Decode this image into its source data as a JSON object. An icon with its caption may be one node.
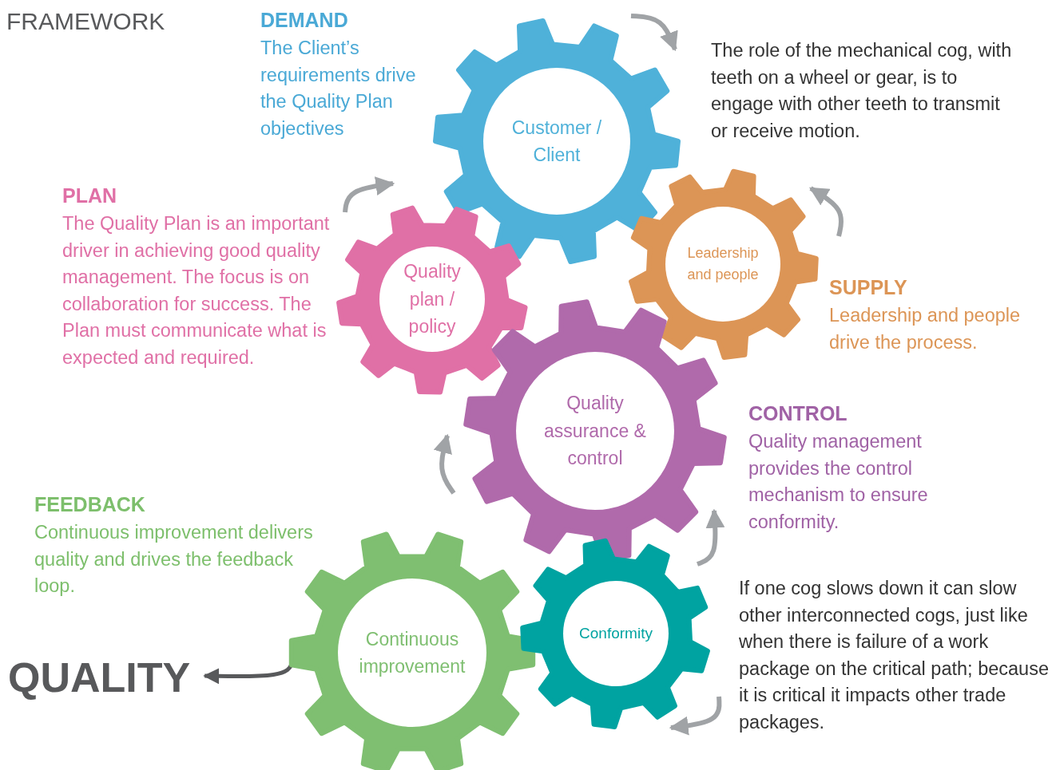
{
  "diagram": {
    "nodes": [
      {
        "text": [
          "Customer / Client"
        ]
      },
      {
        "text": [
          "Quality plan / policy"
        ]
      },
      {
        "text": [
          "Leadership and people"
        ]
      },
      {
        "text": [
          "Quality assurance & control"
        ]
      },
      {
        "text": [
          "Continuous improvement"
        ]
      },
      {
        "text": [
          "Conformity"
        ]
      },
      {
        "text": [
          "QUALITY"
        ]
      }
    ],
    "edges": [
      {
        "from": 4,
        "to": 6,
        "arrow": "to"
      }
    ],
    "labels": [
      "FRAMEWORK",
      "DEMAND",
      "The Client’s requirements drive the Quality Plan objectives",
      "The role of the mechanical cog, with teeth on a wheel or gear, is to engage with other teeth to transmit or receive motion.",
      "PLAN",
      "The Quality Plan is an important driver in achieving good quality management. The focus is on collaboration for success. The Plan must communicate what is expected and required.",
      "SUPPLY",
      "Leadership and people drive the process.",
      "CONTROL",
      "Quality management provides the control mechanism to ensure conformity.",
      "FEEDBACK",
      "Continuous improvement delivers quality and drives the feedback loop.",
      "If one cog slows down it can slow other interconnected cogs, just like when there is failure of a work package on the critical path; because it is critical it impacts other trade packages."
    ]
  }
}
